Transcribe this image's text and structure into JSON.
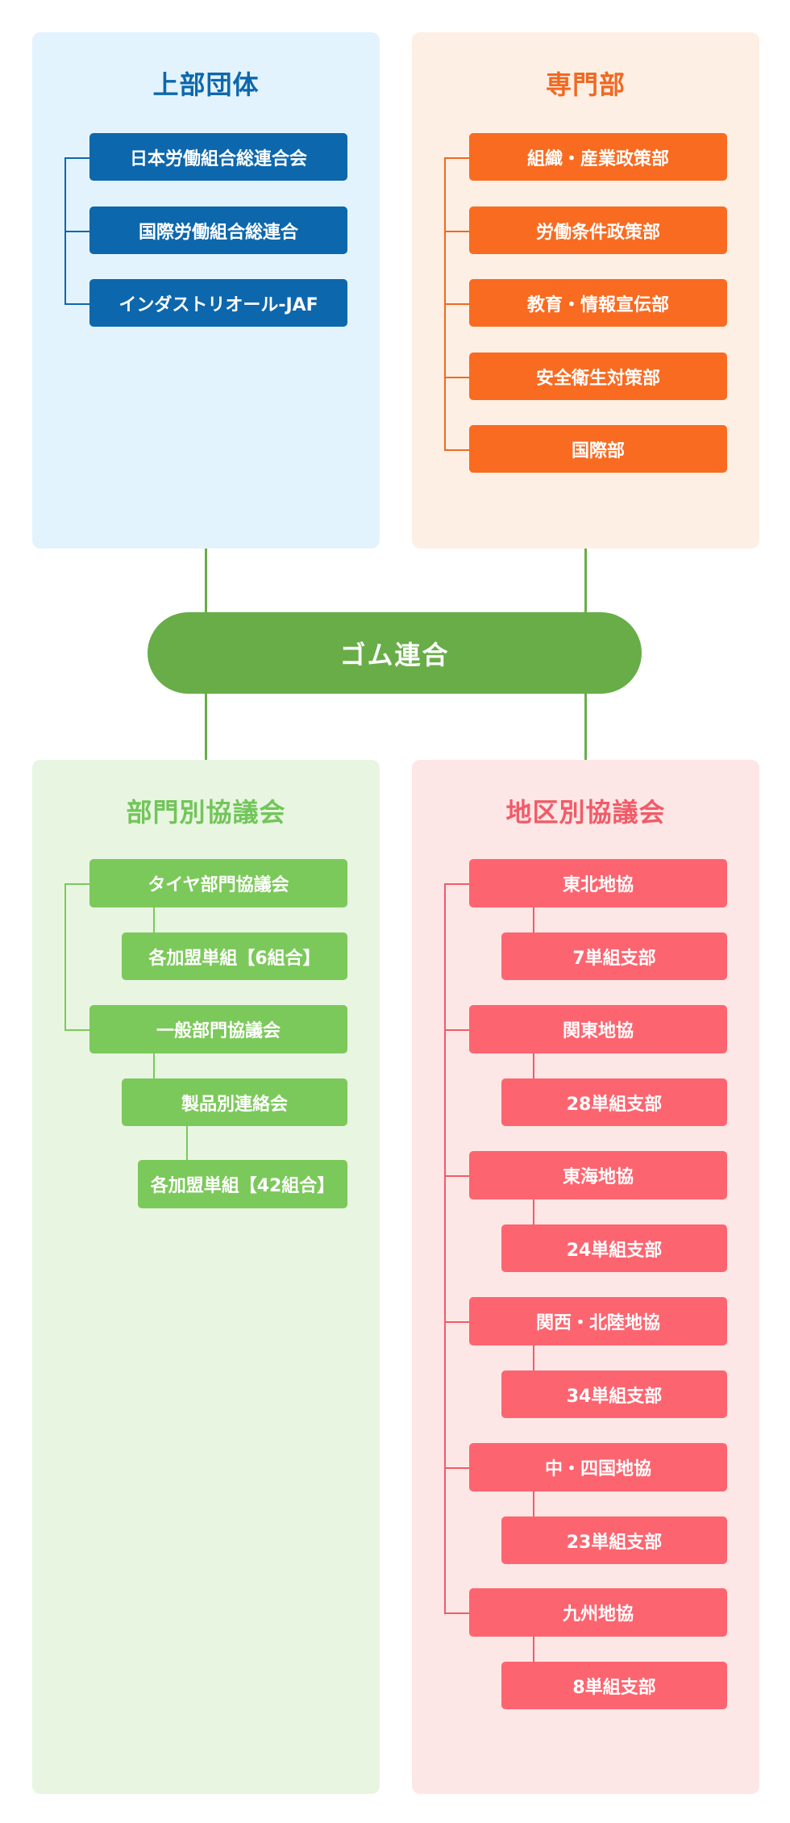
{
  "hub": {
    "label": "ゴム連合"
  },
  "colors": {
    "blue": "#0d67ac",
    "orange": "#f86b21",
    "hub_green": "#68ad48",
    "light_green": "#7cc95b",
    "pink": "#fc6570"
  },
  "upper_orgs": {
    "title": "上部団体",
    "items": [
      "日本労働組合総連合会",
      "国際労働組合総連合",
      "インダストリオール-JAF"
    ]
  },
  "departments": {
    "title": "専門部",
    "items": [
      "組織・産業政策部",
      "労働条件政策部",
      "教育・情報宣伝部",
      "安全衛生対策部",
      "国際部"
    ]
  },
  "sector_councils": {
    "title": "部門別協議会",
    "tire": {
      "label": "タイヤ部門協議会",
      "child": "各加盟単組【6組合】"
    },
    "general": {
      "label": "一般部門協議会",
      "child": "製品別連絡会",
      "grandchild": "各加盟単組【42組合】"
    }
  },
  "regional_councils": {
    "title": "地区別協議会",
    "items": [
      {
        "name": "東北地協",
        "branch": "7単組支部"
      },
      {
        "name": "関東地協",
        "branch": "28単組支部"
      },
      {
        "name": "東海地協",
        "branch": "24単組支部"
      },
      {
        "name": "関西・北陸地協",
        "branch": "34単組支部"
      },
      {
        "name": "中・四国地協",
        "branch": "23単組支部"
      },
      {
        "name": "九州地協",
        "branch": "8単組支部"
      }
    ]
  }
}
